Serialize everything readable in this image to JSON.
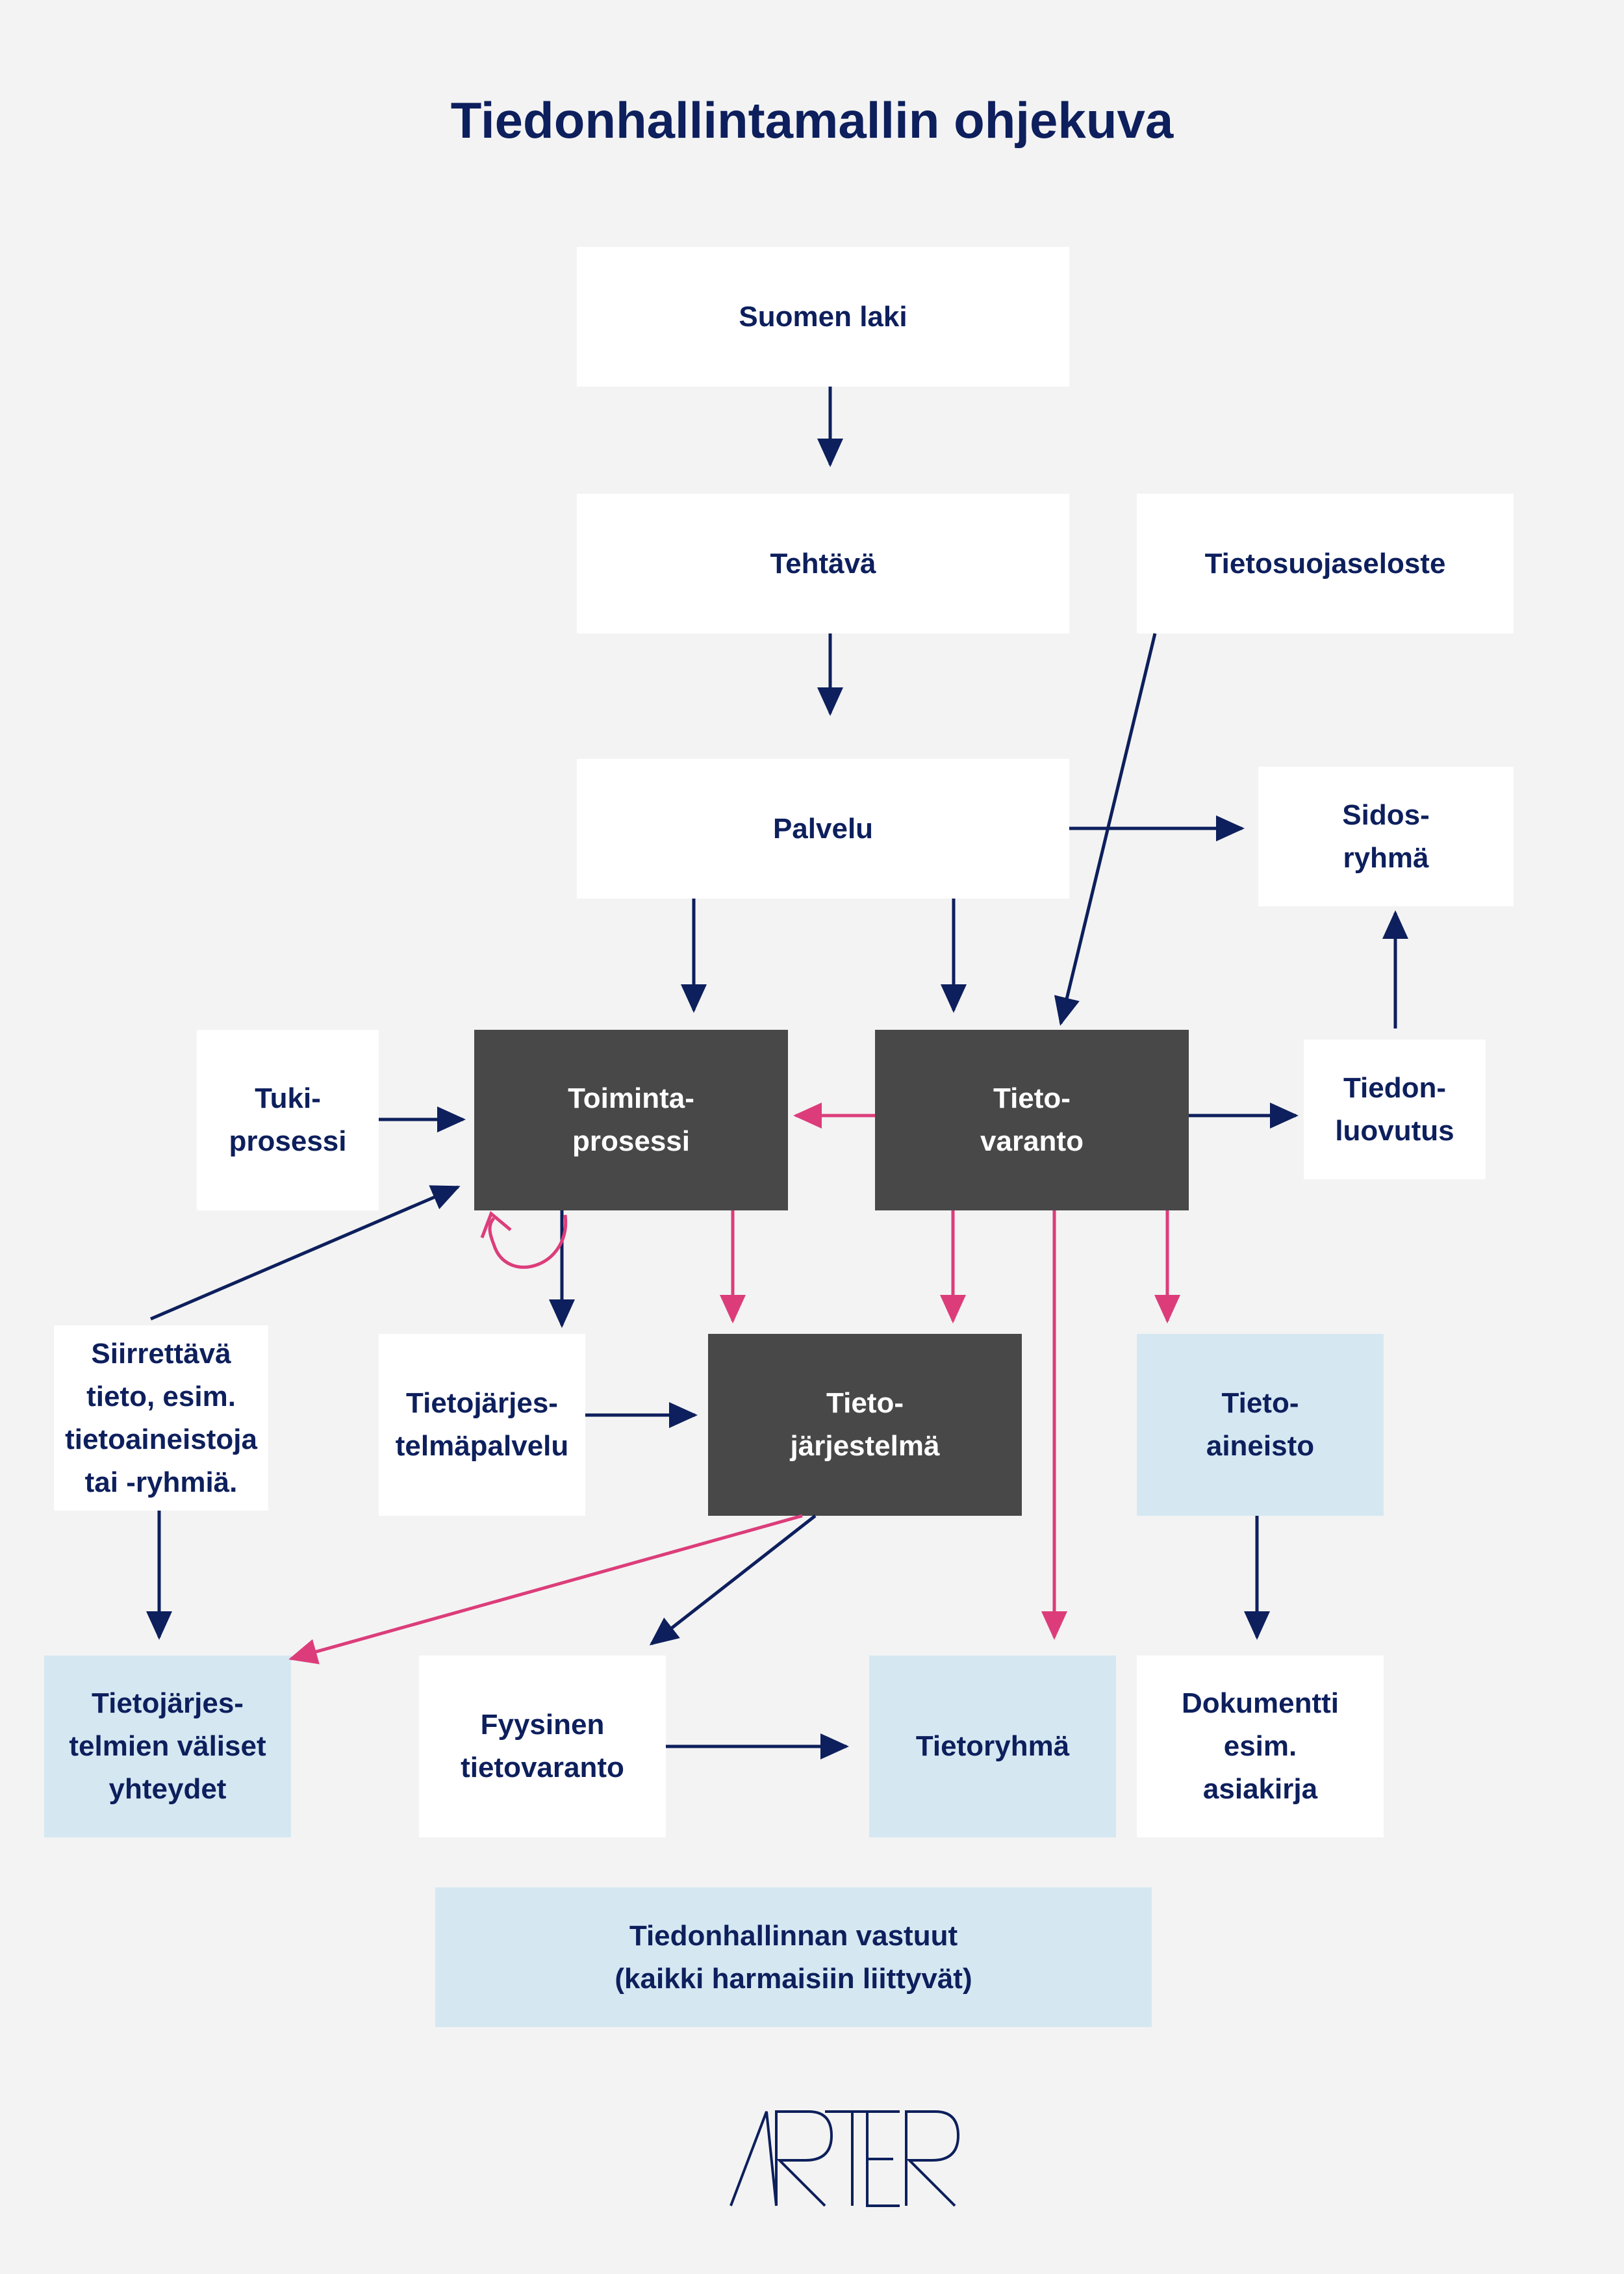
{
  "title": "Tiedonhallintamallin ohjekuva",
  "colors": {
    "navy": "#0d1f5c",
    "pink": "#dc3d7a",
    "dark_box": "#484848",
    "light_blue": "#d5e8f2",
    "background": "#f3f3f3"
  },
  "nodes": {
    "suomen_laki": "Suomen laki",
    "tehtava": "Tehtävä",
    "tietosuojaseloste": "Tietosuojaseloste",
    "palvelu": "Palvelu",
    "sidosryhma": "Sidos-\nryhmä",
    "tukiprosessi": "Tuki-\nprosessi",
    "toimintaprosessi": "Toiminta-\nprosessi",
    "tietovaranto": "Tieto-\nvaranto",
    "tiedonluovutus": "Tiedon-\nluovutus",
    "siirrettava_tieto": "Siirrettävä\ntieto, esim.\ntietoaineistoja\ntai -ryhmiä.",
    "tietojarjestelmapalvelu": "Tietojärjes-\ntelmäpalvelu",
    "tietojarjestelma": "Tieto-\njärjestelmä",
    "tietoaineisto": "Tieto-\naineisto",
    "tietojarjestelmien_yhteydet": "Tietojärjes-\ntelmien väliset\nyhteydet",
    "fyysinen_tietovaranto": "Fyysinen\ntietovaranto",
    "tietoryhma": "Tietoryhmä",
    "dokumentti": "Dokumentti\nesim.\nasiakirja",
    "vastuut": "Tiedonhallinnan vastuut\n(kaikki harmaisiin liittyvät)"
  },
  "logo_text": "ARTER"
}
